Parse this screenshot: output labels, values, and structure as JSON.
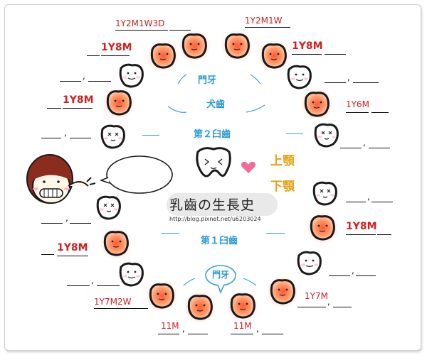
{
  "labels": {
    "tl_top": "1Y2M1W3D",
    "tr_top": "1Y2M1W",
    "l1": "1Y8M",
    "r1": "1Y8M",
    "l3": "1Y8M",
    "r3": "1Y6M",
    "r_low": "1Y8M",
    "l_low": "1Y8M",
    "l_bottom": "1Y7M2W",
    "r_bottom": "1Y7M",
    "b_left": "11M",
    "b_right": "11M"
  },
  "center": {
    "incisor": "門牙",
    "canine": "犬齒",
    "molar2": "第２臼齒",
    "molar1": "第１臼齒",
    "upper": "上顎",
    "lower": "下顎",
    "title": "乳齒の生長史",
    "url": "http://blog.pixnet.net/u6203024",
    "bubble_label": "門牙"
  },
  "icons": [
    "tooth-icon",
    "girl-avatar-icon",
    "heart-icon",
    "speech-bubble-icon"
  ]
}
